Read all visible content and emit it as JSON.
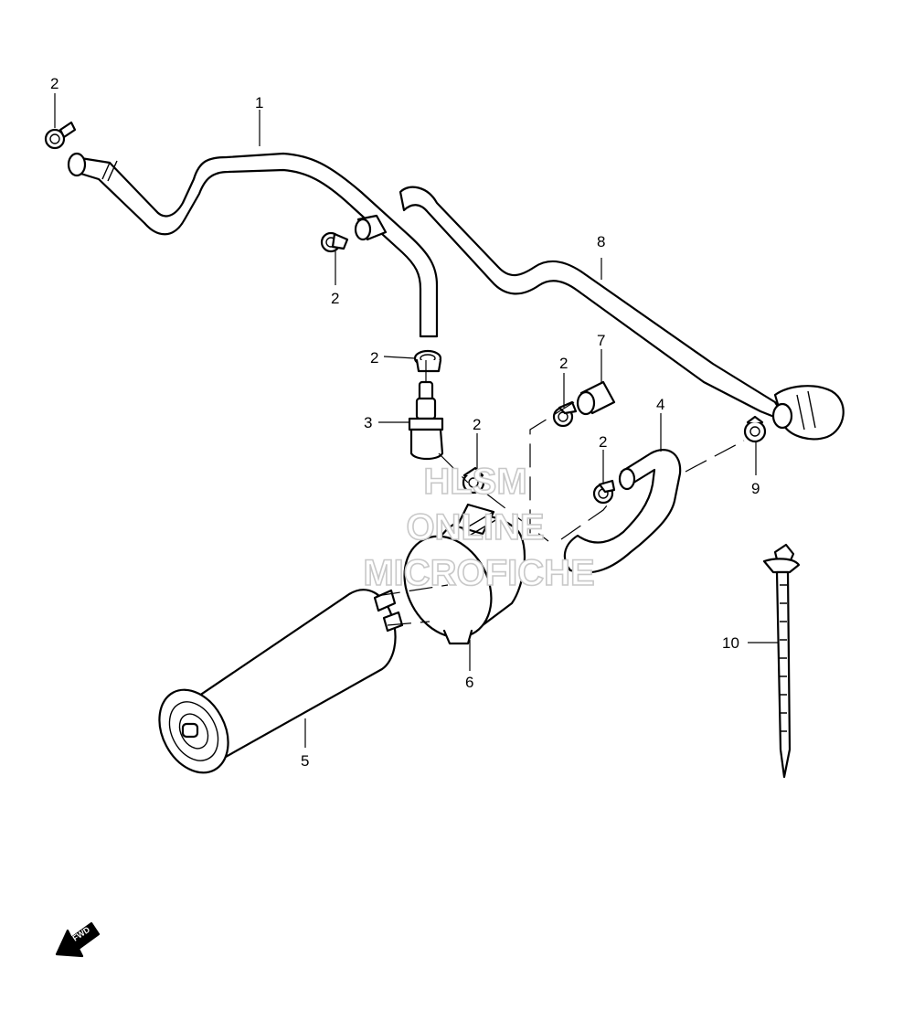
{
  "callouts": {
    "c1": "1",
    "c2a": "2",
    "c2b": "2",
    "c2c": "2",
    "c2d": "2",
    "c2e": "2",
    "c2f": "2",
    "c3": "3",
    "c4": "4",
    "c5": "5",
    "c6": "6",
    "c7": "7",
    "c8": "8",
    "c9": "9",
    "c10": "10"
  },
  "watermark": {
    "line1": "HLSM",
    "line2": "ONLINE",
    "line3": "MICROFICHE"
  },
  "fwd_label": "FWD"
}
